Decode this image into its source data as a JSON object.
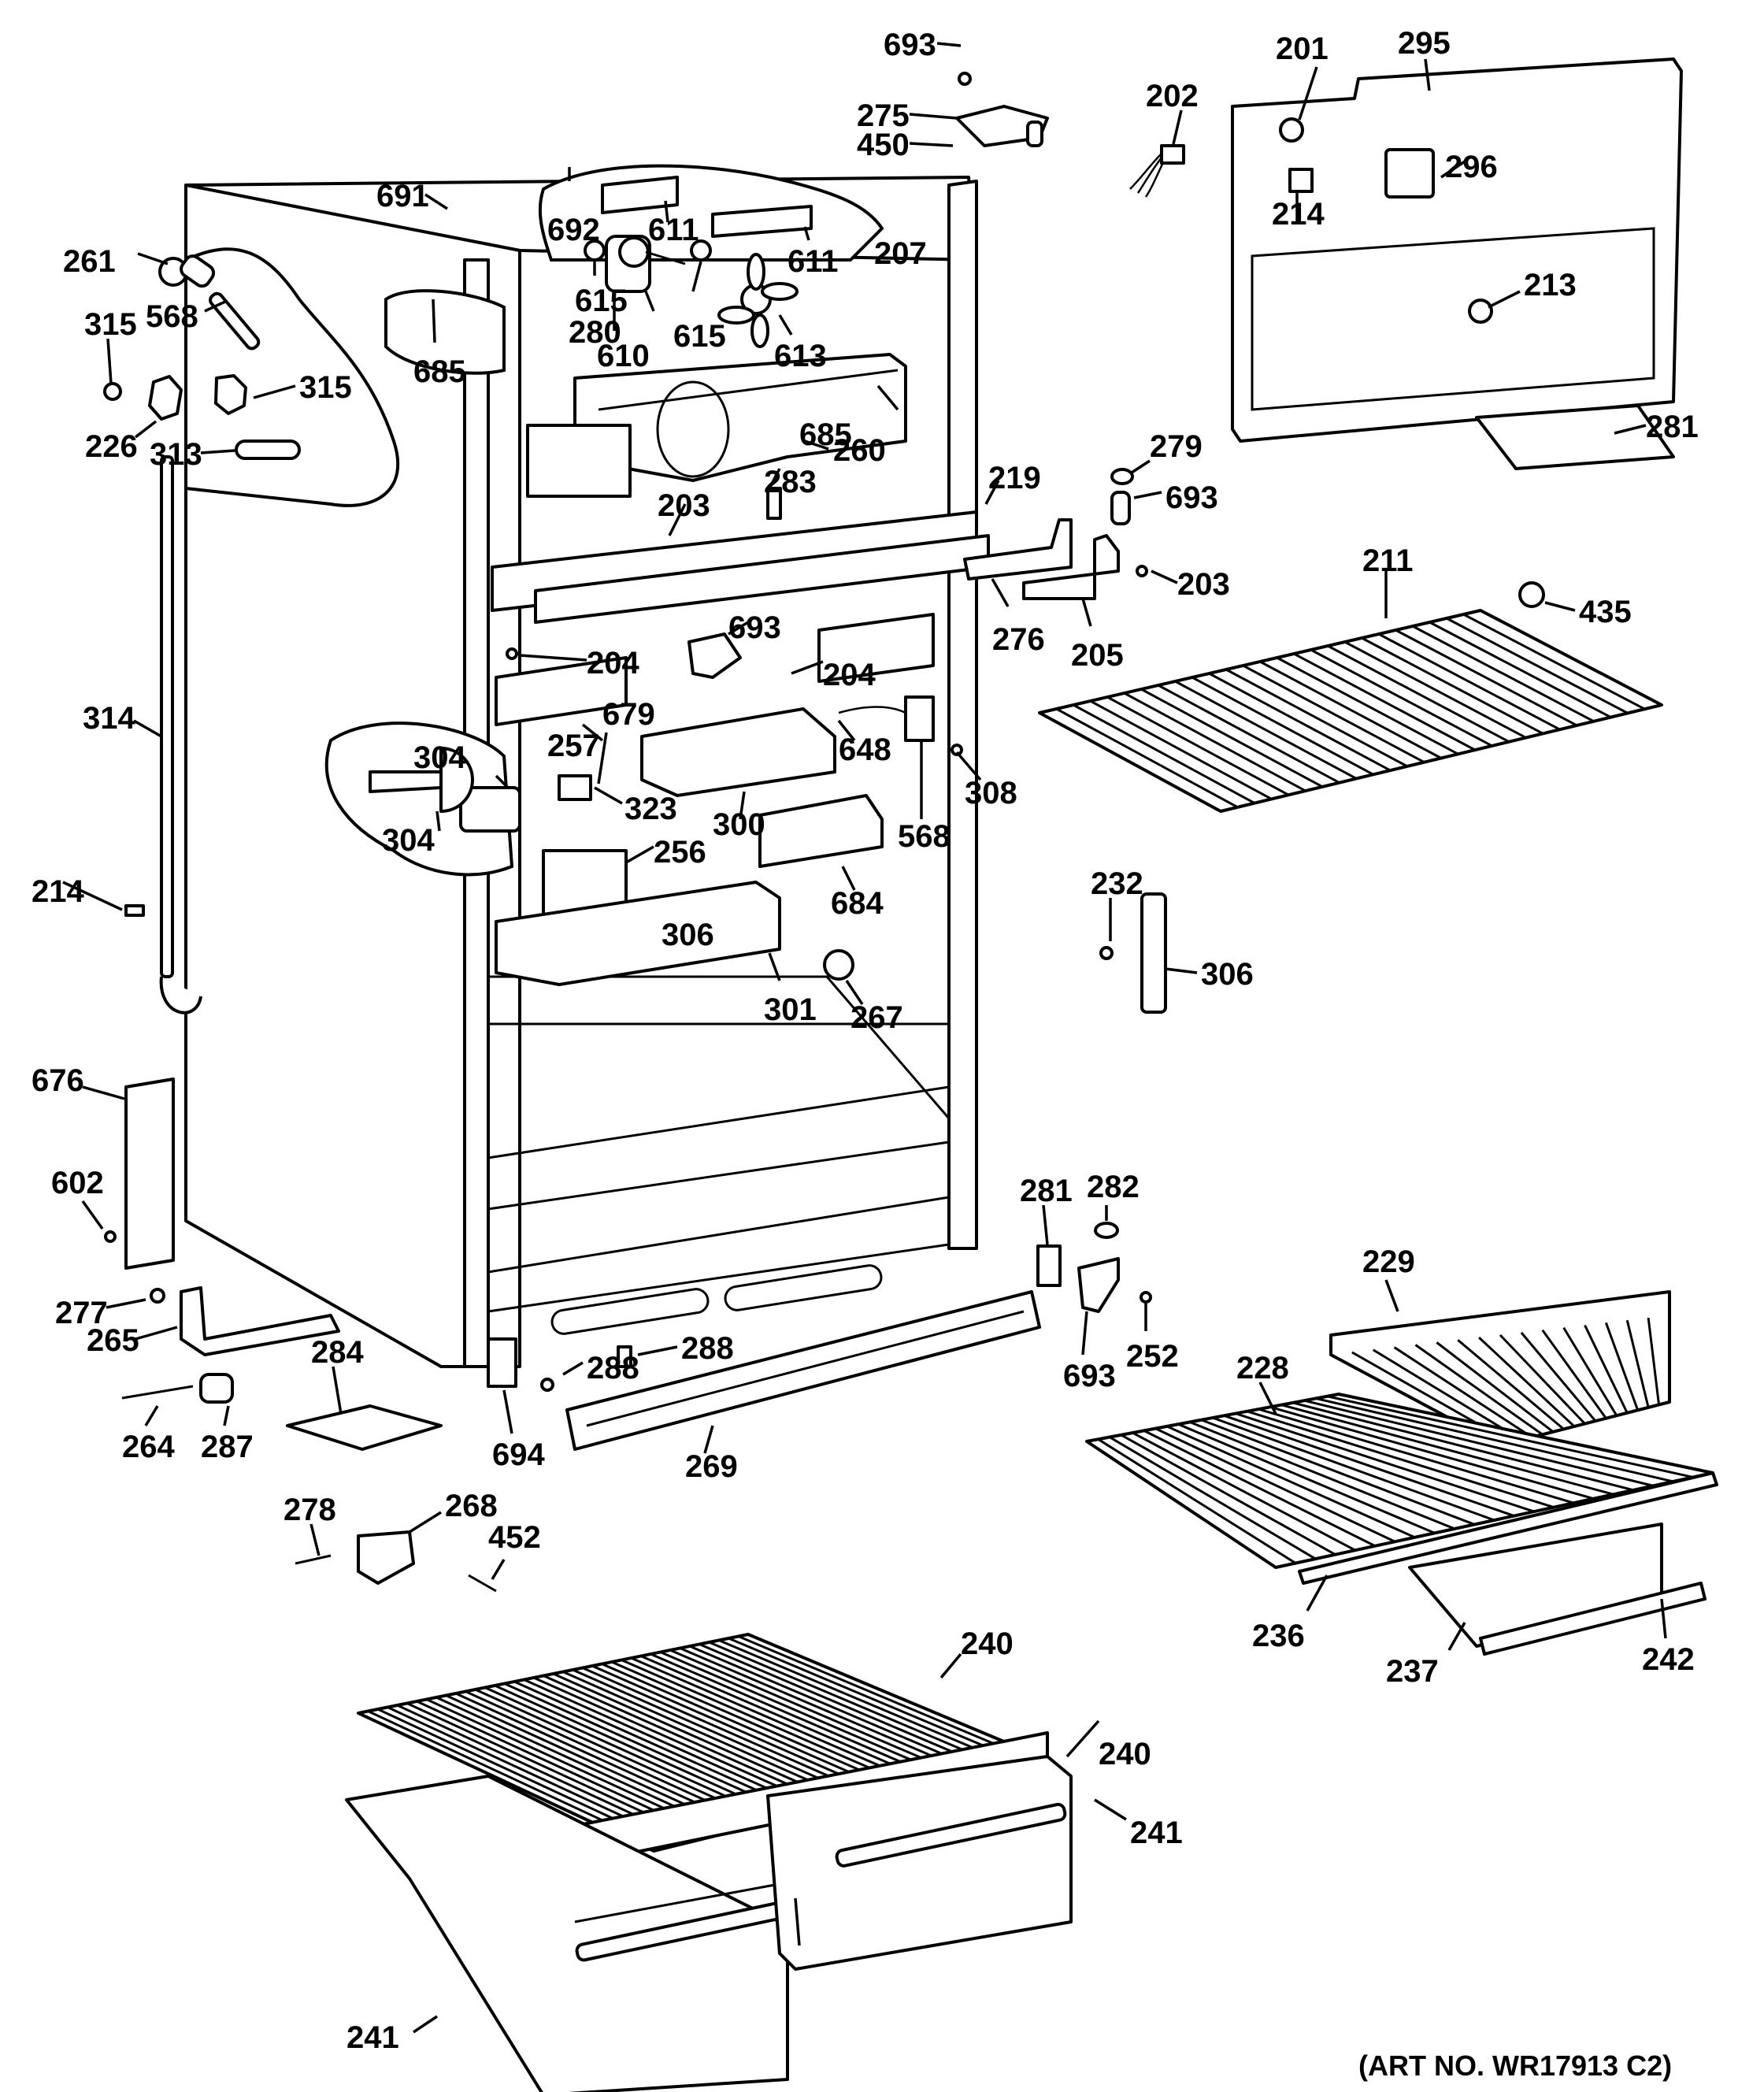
{
  "diagram": {
    "title": "Refrigerator cabinet parts exploded view",
    "caption": "(ART NO. WR17913 C2)",
    "callouts": [
      {
        "id": "c693a",
        "label": "693"
      },
      {
        "id": "c275",
        "label": "275"
      },
      {
        "id": "c450",
        "label": "450"
      },
      {
        "id": "c691",
        "label": "691"
      },
      {
        "id": "c692",
        "label": "692"
      },
      {
        "id": "c611a",
        "label": "611"
      },
      {
        "id": "c611b",
        "label": "611"
      },
      {
        "id": "c615a",
        "label": "615"
      },
      {
        "id": "c615b",
        "label": "615"
      },
      {
        "id": "c610",
        "label": "610"
      },
      {
        "id": "c613",
        "label": "613"
      },
      {
        "id": "c280",
        "label": "280"
      },
      {
        "id": "c685a",
        "label": "685"
      },
      {
        "id": "c685b",
        "label": "685"
      },
      {
        "id": "c207",
        "label": "207"
      },
      {
        "id": "c260",
        "label": "260"
      },
      {
        "id": "c261",
        "label": "261"
      },
      {
        "id": "c568a",
        "label": "568"
      },
      {
        "id": "c315a",
        "label": "315"
      },
      {
        "id": "c315b",
        "label": "315"
      },
      {
        "id": "c226",
        "label": "226"
      },
      {
        "id": "c313",
        "label": "313"
      },
      {
        "id": "c314",
        "label": "314"
      },
      {
        "id": "c214a",
        "label": "214"
      },
      {
        "id": "c201",
        "label": "201"
      },
      {
        "id": "c295",
        "label": "295"
      },
      {
        "id": "c202",
        "label": "202"
      },
      {
        "id": "c296",
        "label": "296"
      },
      {
        "id": "c214b",
        "label": "214"
      },
      {
        "id": "c213",
        "label": "213"
      },
      {
        "id": "c281a",
        "label": "281"
      },
      {
        "id": "c279",
        "label": "279"
      },
      {
        "id": "c693b",
        "label": "693"
      },
      {
        "id": "c203a",
        "label": "203"
      },
      {
        "id": "c203b",
        "label": "203"
      },
      {
        "id": "c219",
        "label": "219"
      },
      {
        "id": "c283",
        "label": "283"
      },
      {
        "id": "c276",
        "label": "276"
      },
      {
        "id": "c205",
        "label": "205"
      },
      {
        "id": "c211",
        "label": "211"
      },
      {
        "id": "c435",
        "label": "435"
      },
      {
        "id": "c693c",
        "label": "693"
      },
      {
        "id": "c204a",
        "label": "204"
      },
      {
        "id": "c204b",
        "label": "204"
      },
      {
        "id": "c257",
        "label": "257"
      },
      {
        "id": "c679",
        "label": "679"
      },
      {
        "id": "c648",
        "label": "648"
      },
      {
        "id": "c304a",
        "label": "304"
      },
      {
        "id": "c304b",
        "label": "304"
      },
      {
        "id": "c256",
        "label": "256"
      },
      {
        "id": "c323",
        "label": "323"
      },
      {
        "id": "c300",
        "label": "300"
      },
      {
        "id": "c568b",
        "label": "568"
      },
      {
        "id": "c308",
        "label": "308"
      },
      {
        "id": "c684",
        "label": "684"
      },
      {
        "id": "c232",
        "label": "232"
      },
      {
        "id": "c306a",
        "label": "306"
      },
      {
        "id": "c306b",
        "label": "306"
      },
      {
        "id": "c301",
        "label": "301"
      },
      {
        "id": "c267",
        "label": "267"
      },
      {
        "id": "c676",
        "label": "676"
      },
      {
        "id": "c602",
        "label": "602"
      },
      {
        "id": "c277",
        "label": "277"
      },
      {
        "id": "c265",
        "label": "265"
      },
      {
        "id": "c264",
        "label": "264"
      },
      {
        "id": "c287",
        "label": "287"
      },
      {
        "id": "c284",
        "label": "284"
      },
      {
        "id": "c694",
        "label": "694"
      },
      {
        "id": "c288a",
        "label": "288"
      },
      {
        "id": "c288b",
        "label": "288"
      },
      {
        "id": "c269",
        "label": "269"
      },
      {
        "id": "c278",
        "label": "278"
      },
      {
        "id": "c268",
        "label": "268"
      },
      {
        "id": "c452",
        "label": "452"
      },
      {
        "id": "c281b",
        "label": "281"
      },
      {
        "id": "c282",
        "label": "282"
      },
      {
        "id": "c693d",
        "label": "693"
      },
      {
        "id": "c252",
        "label": "252"
      },
      {
        "id": "c229",
        "label": "229"
      },
      {
        "id": "c228",
        "label": "228"
      },
      {
        "id": "c236",
        "label": "236"
      },
      {
        "id": "c237",
        "label": "237"
      },
      {
        "id": "c242",
        "label": "242"
      },
      {
        "id": "c240a",
        "label": "240"
      },
      {
        "id": "c240b",
        "label": "240"
      },
      {
        "id": "c241a",
        "label": "241"
      },
      {
        "id": "c241b",
        "label": "241"
      }
    ]
  }
}
